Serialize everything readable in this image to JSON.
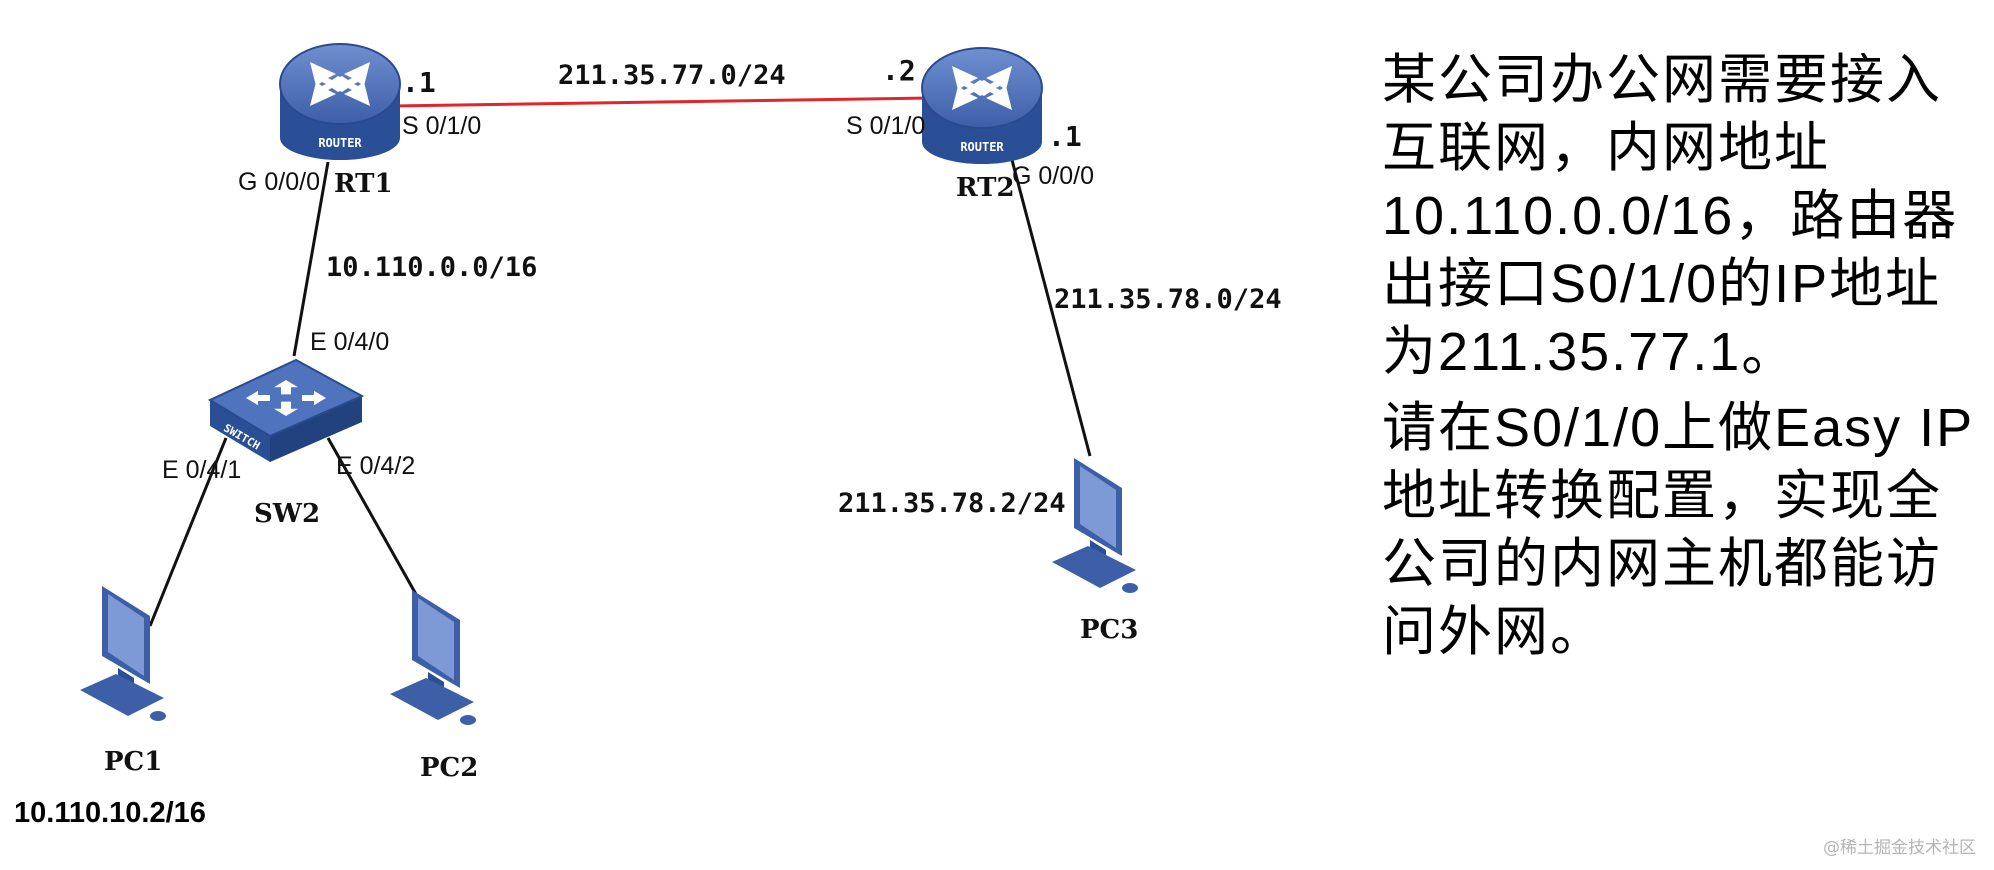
{
  "devices": {
    "rt1": {
      "name": "RT1",
      "badge": "ROUTER"
    },
    "rt2": {
      "name": "RT2",
      "badge": "ROUTER"
    },
    "sw2": {
      "name": "SW2",
      "badge": "SWITCH"
    },
    "pc1": {
      "name": "PC1",
      "ip": "10.110.10.2/16"
    },
    "pc2": {
      "name": "PC2"
    },
    "pc3": {
      "name": "PC3",
      "ip": "211.35.78.2/24"
    }
  },
  "links": {
    "rt1_rt2": {
      "network": "211.35.77.0/24",
      "rt1_host": ".1",
      "rt1_port": "S 0/1/0",
      "rt2_host": ".2",
      "rt2_port": "S 0/1/0"
    },
    "rt1_sw2": {
      "network": "10.110.0.0/16",
      "rt1_port": "G 0/0/0",
      "sw2_port": "E 0/4/0"
    },
    "sw2_pc1": {
      "sw2_port": "E 0/4/1"
    },
    "sw2_pc2": {
      "sw2_port": "E 0/4/2"
    },
    "rt2_pc3": {
      "network": "211.35.78.0/24",
      "rt2_host": ".1",
      "rt2_port": "G 0/0/0"
    }
  },
  "colors": {
    "device_blue": "#3d5fa8",
    "wan_link": "#e0262a",
    "lan_link": "#111111"
  },
  "description": {
    "paragraph1": "某公司办公网需要接入互联网，内网地址10.110.0.0/16，路由器出接口S0/1/0的IP地址为211.35.77.1。",
    "paragraph2": "请在S0/1/0上做Easy IP地址转换配置，实现全公司的内网主机都能访问外网。"
  },
  "watermark": "@稀土掘金技术社区"
}
